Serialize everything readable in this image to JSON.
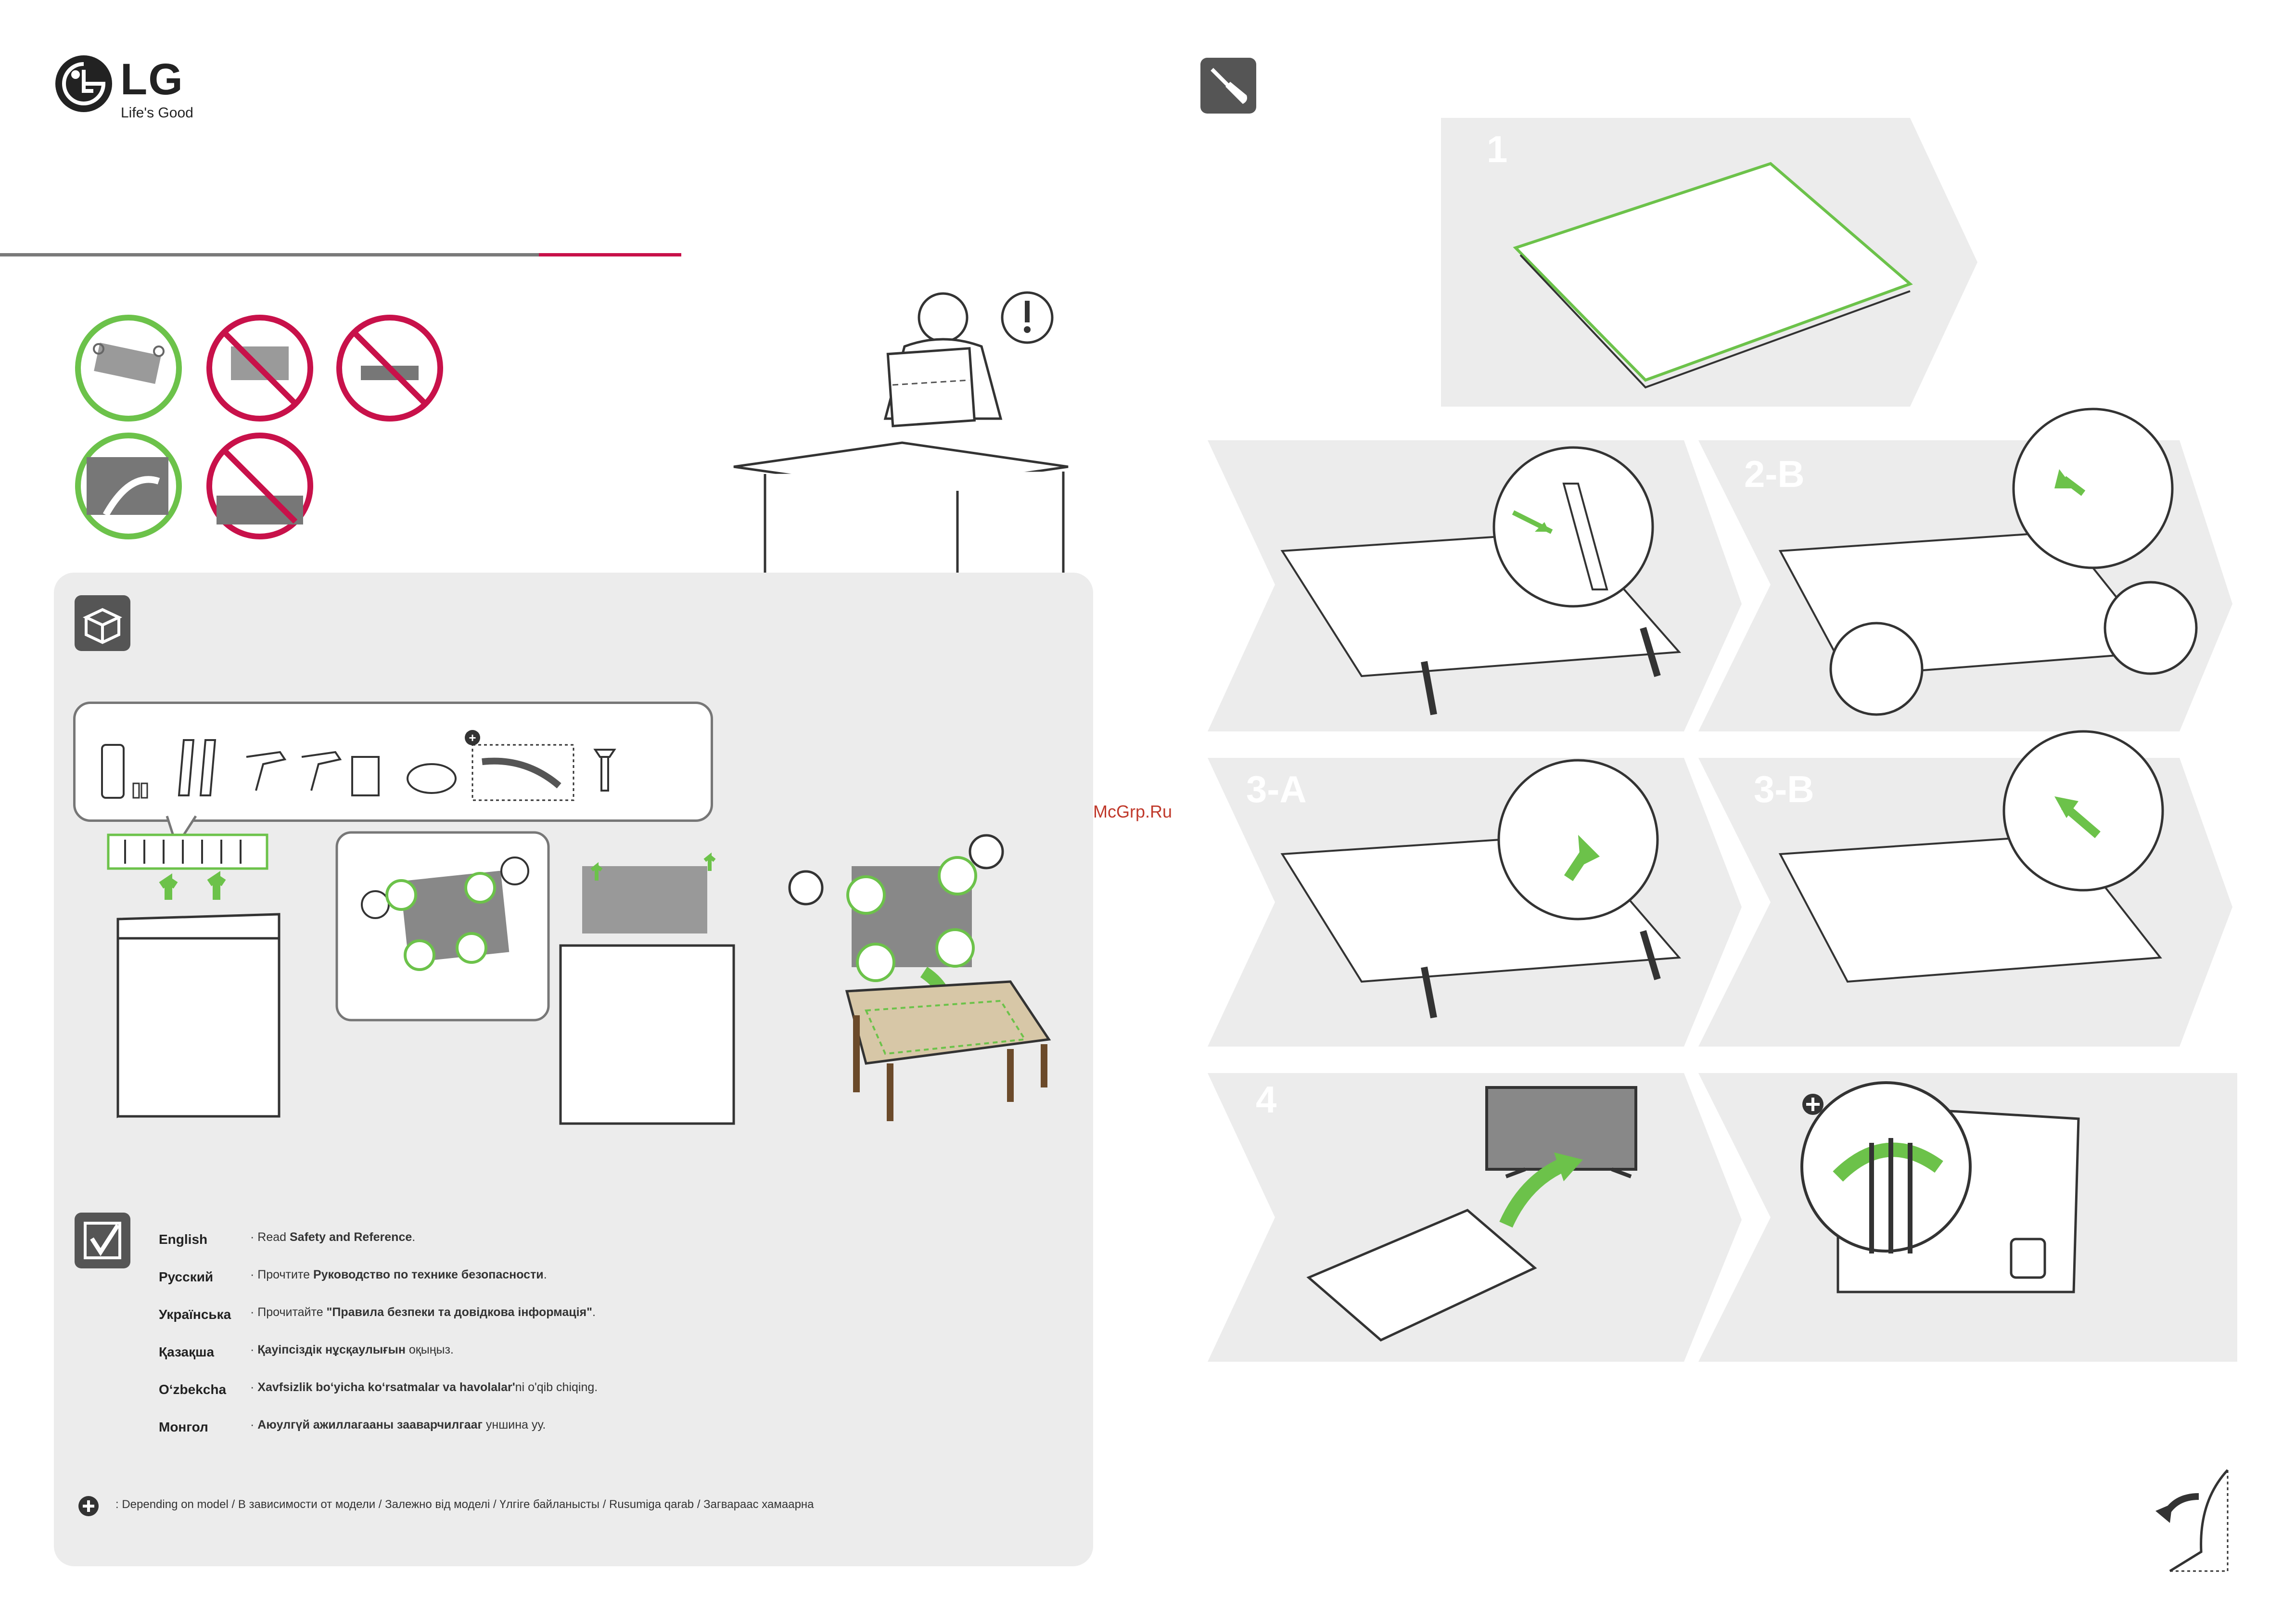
{
  "brand": {
    "name": "LG",
    "tagline": "Life's Good",
    "accent_color": "#c8114a",
    "ok_color": "#6cc24a",
    "no_color": "#c8114a"
  },
  "icons": {
    "tools": "screwdriver-icon",
    "unbox": "open-box-icon",
    "manual": "checkmark-document-icon",
    "optional": "plus-circle-icon",
    "page_turn": "page-turn-icon",
    "warning": "exclamation-icon"
  },
  "steps": [
    {
      "label": "1"
    },
    {
      "label": ""
    },
    {
      "label": "2-B"
    },
    {
      "label": "3-A"
    },
    {
      "label": "3-B"
    },
    {
      "label": "4"
    },
    {
      "label": ""
    }
  ],
  "languages": [
    {
      "name": "English",
      "prefix": "· Read ",
      "bold": "Safety and Reference",
      "suffix": "."
    },
    {
      "name": "Русский",
      "prefix": "· Прочтите ",
      "bold": "Руководство по технике безопасности",
      "suffix": "."
    },
    {
      "name": "Українська",
      "prefix": "· Прочитайте ",
      "bold": "\"Правила безпеки та довідкова інформація\"",
      "suffix": "."
    },
    {
      "name": "Қазақша",
      "prefix": "· ",
      "bold": "Қауіпсіздік нұсқаулығын",
      "suffix": " оқыңыз."
    },
    {
      "name": "O‘zbekcha",
      "prefix": "· ",
      "bold": "Xavfsizlik bo‘yicha ko‘rsatmalar va havolalar'",
      "suffix": "ni  o'qib chiqing."
    },
    {
      "name": "Монгол",
      "prefix": "· ",
      "bold": "Аюулгүй ажиллагааны зааварчилгааг",
      "suffix": " уншина уу."
    }
  ],
  "footnote": ": Depending on model / В зависимости от модели / Залежно від моделі / Үлгіге байланысты / Rusumiga qarab / Загвараас хамаарна",
  "watermark": "McGrp.Ru"
}
